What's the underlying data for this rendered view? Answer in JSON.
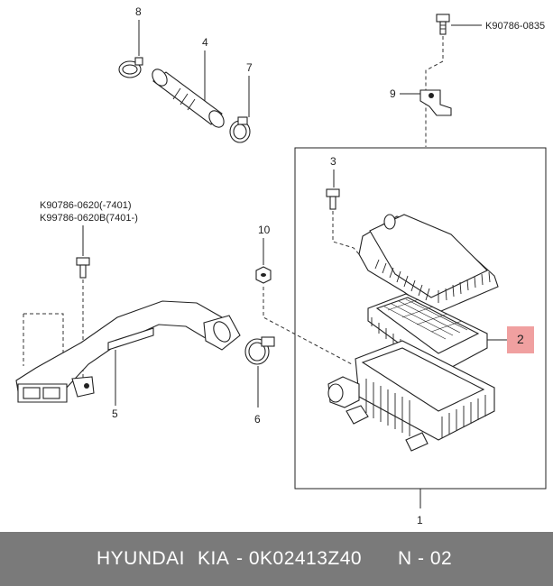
{
  "callouts": {
    "n1": "1",
    "n2": "2",
    "n3": "3",
    "n4": "4",
    "n5": "5",
    "n6": "6",
    "n7": "7",
    "n8": "8",
    "n9": "9",
    "n10": "10"
  },
  "part_codes": {
    "top_bolt": "K90786-0835",
    "duct_bolt_a": "K90786-0620(-7401)",
    "duct_bolt_b": "K99786-0620B(7401-)"
  },
  "highlight": {
    "color": "#f0a0a0",
    "label": "2"
  },
  "footer": {
    "brand": "HYUNDAI",
    "make": "KIA",
    "part_number": "- 0K02413Z40",
    "page": "N - 02",
    "background": "#7a7a7a"
  }
}
